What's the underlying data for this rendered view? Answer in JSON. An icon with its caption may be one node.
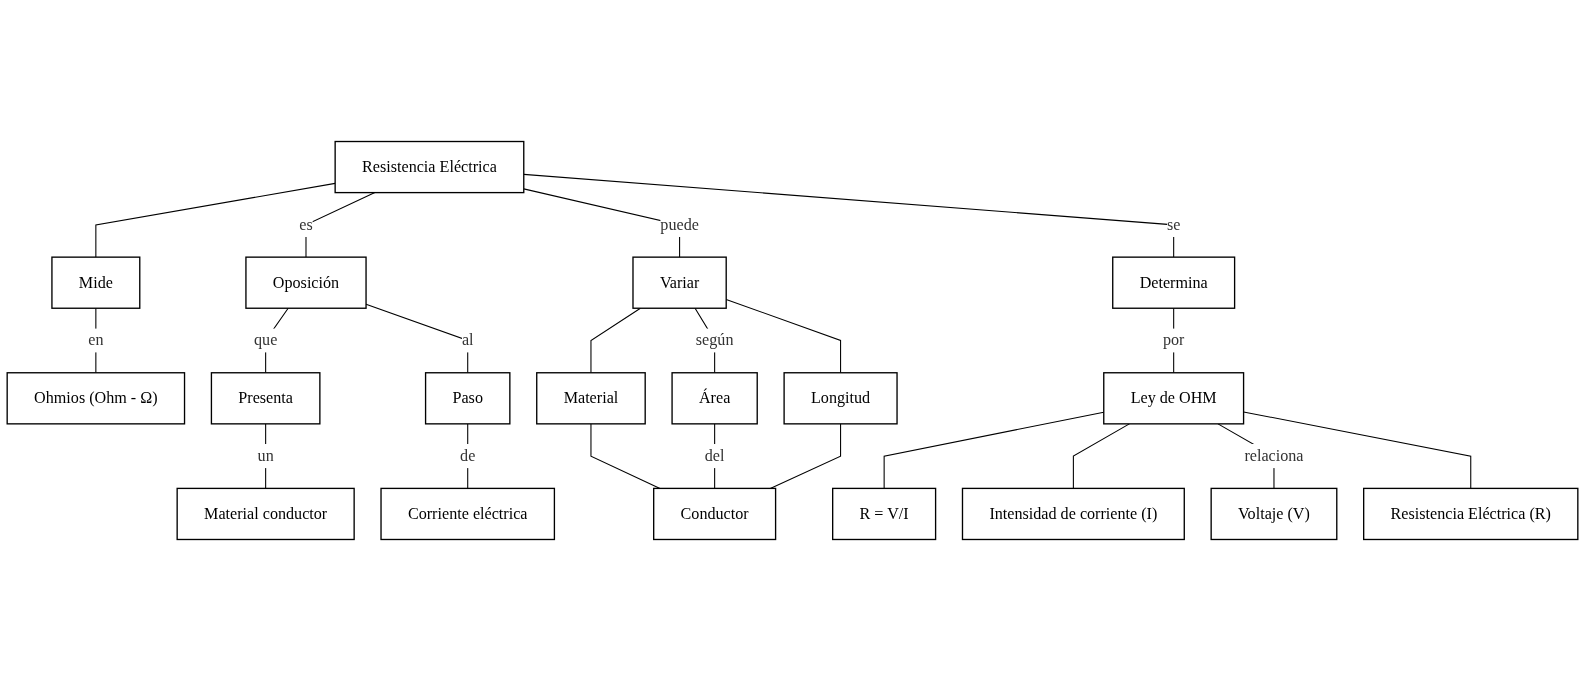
{
  "diagram": {
    "nodes": [
      {
        "text": [
          "Resistencia Eléctrica"
        ]
      },
      {
        "text": [
          "Mide"
        ]
      },
      {
        "text": [
          "Ohmios (Ohm - Ω)"
        ]
      },
      {
        "text": [
          "Oposición"
        ]
      },
      {
        "text": [
          "Variar"
        ]
      },
      {
        "text": [
          "Determina"
        ]
      },
      {
        "text": [
          "Presenta"
        ]
      },
      {
        "text": [
          "Paso"
        ]
      },
      {
        "text": [
          "Material"
        ]
      },
      {
        "text": [
          "Longitud"
        ]
      },
      {
        "text": [
          "Ley de OHM"
        ]
      },
      {
        "text": [
          "R = V/I"
        ]
      },
      {
        "text": [
          "Área"
        ]
      },
      {
        "text": [
          "Material conductor"
        ]
      },
      {
        "text": [
          "Corriente eléctrica"
        ]
      },
      {
        "text": [
          "Intensidad de corriente (I)"
        ]
      },
      {
        "text": [
          "Resistencia Eléctrica (R)"
        ]
      },
      {
        "text": [
          "Conductor"
        ]
      },
      {
        "text": [
          "Voltaje (V)"
        ]
      }
    ],
    "edges": [
      {
        "from": 0,
        "to": 1,
        "arrow": "none"
      },
      {
        "from": 1,
        "to": 2,
        "arrow": "none",
        "label": "en"
      },
      {
        "from": 0,
        "to": 3,
        "arrow": "none",
        "label": "es"
      },
      {
        "from": 0,
        "to": 4,
        "arrow": "none",
        "label": "puede"
      },
      {
        "from": 0,
        "to": 5,
        "arrow": "none",
        "label": "se"
      },
      {
        "from": 3,
        "to": 6,
        "arrow": "none",
        "label": "que"
      },
      {
        "from": 3,
        "to": 7,
        "arrow": "none",
        "label": "al"
      },
      {
        "from": 6,
        "to": 13,
        "arrow": "none",
        "label": "un"
      },
      {
        "from": 7,
        "to": 14,
        "arrow": "none",
        "label": "de"
      },
      {
        "from": 4,
        "to": 8,
        "arrow": "none"
      },
      {
        "from": 4,
        "to": 12,
        "arrow": "none",
        "label": "según"
      },
      {
        "from": 4,
        "to": 9,
        "arrow": "none"
      },
      {
        "from": 8,
        "to": 17,
        "arrow": "none"
      },
      {
        "from": 12,
        "to": 17,
        "arrow": "none",
        "label": "del"
      },
      {
        "from": 9,
        "to": 17,
        "arrow": "none"
      },
      {
        "from": 5,
        "to": 10,
        "arrow": "none",
        "label": "por"
      },
      {
        "from": 10,
        "to": 11,
        "arrow": "none"
      },
      {
        "from": 10,
        "to": 15,
        "arrow": "none"
      },
      {
        "from": 10,
        "to": 18,
        "arrow": "none",
        "label": "relaciona"
      },
      {
        "from": 10,
        "to": 16,
        "arrow": "none"
      }
    ]
  }
}
